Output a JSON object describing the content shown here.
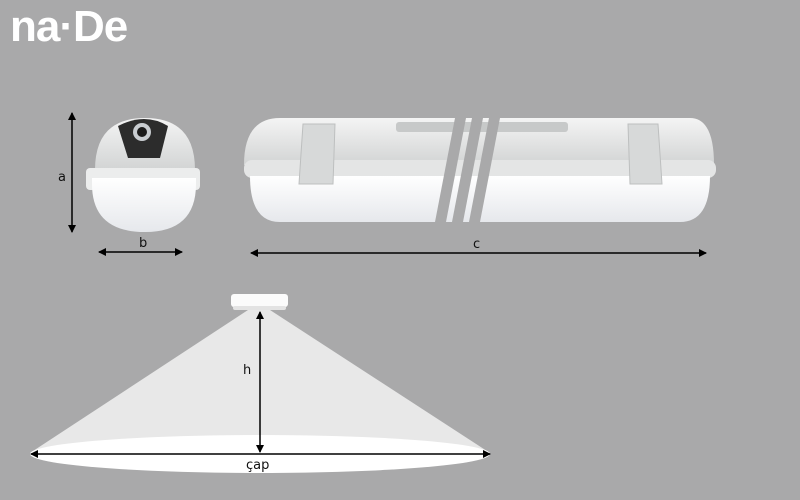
{
  "logo": {
    "text": "na·De"
  },
  "dimensions": {
    "a": "a",
    "b": "b",
    "c": "c",
    "h": "h",
    "diameter": "çap"
  },
  "colors": {
    "background": "#a9a9aa",
    "fixture": "#f2f3f3",
    "dark": "#2c2c2c",
    "beam": "#e8e8e8"
  }
}
